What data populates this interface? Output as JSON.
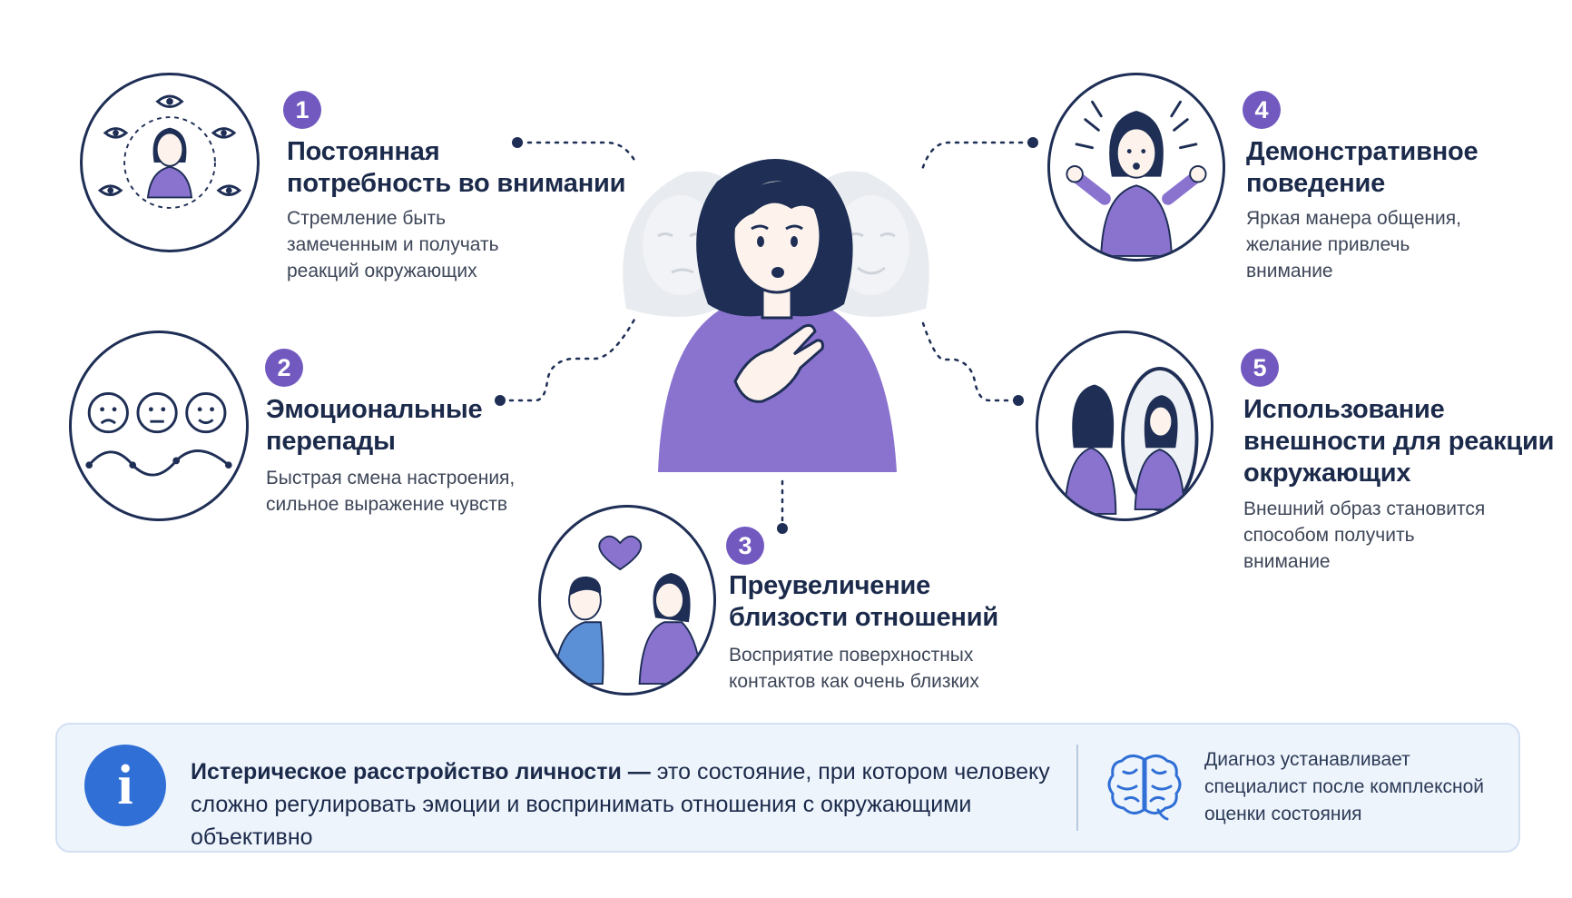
{
  "items": [
    {
      "number": "1",
      "title": "Постоянная\nпотребность во внимании",
      "description": "Стремление быть\nзамеченным и получать\nреакций окружающих",
      "icon": "eyes-watching-woman-icon"
    },
    {
      "number": "2",
      "title": "Эмоциональные\nперепады",
      "description": "Быстрая смена настроения,\nсильное выражение чувств",
      "icon": "mood-swing-faces-icon"
    },
    {
      "number": "3",
      "title": "Преувеличение\nблизости отношений",
      "description": "Восприятие поверхностных\nконтактов как очень близких",
      "icon": "couple-heart-icon"
    },
    {
      "number": "4",
      "title": "Демонстративное\nповедение",
      "description": "Яркая манера общения,\nжелание привлечь\nвнимание",
      "icon": "expressive-woman-icon"
    },
    {
      "number": "5",
      "title": "Использование\nвнешности для реакции\nокружающих",
      "description": "Внешний образ становится\nспособом получить\nвнимание",
      "icon": "woman-mirror-icon"
    }
  ],
  "info": {
    "bold": "Истерическое расстройство личности —",
    "text": " это состояние, при котором человеку сложно регулировать эмоции и воспринимать отношения с окружающими объективно",
    "icon": "info-icon"
  },
  "side_note": {
    "text": "Диагноз устанавливает\nспециалист после комплексной\nоценки состояния",
    "icon": "brain-icon"
  },
  "colors": {
    "navy": "#1e2e55",
    "purple": "#7159bf",
    "info_blue": "#2f6fd6",
    "panel": "#eef4fc"
  }
}
